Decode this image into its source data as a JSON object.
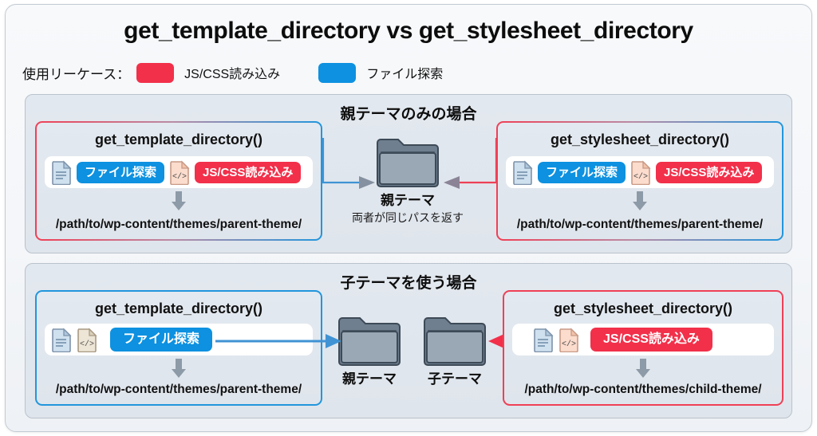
{
  "title": "get_template_directory vs get_stylesheet_directory",
  "legend": {
    "label": "使用リーケース：",
    "items": [
      {
        "color": "#f2304a",
        "text": "JS/CSS読み込み",
        "swatch_name": "red-swatch"
      },
      {
        "color": "#0d91e0",
        "text": "ファイル探索",
        "swatch_name": "blue-swatch"
      }
    ]
  },
  "colors": {
    "red": "#f2304a",
    "blue": "#0d91e0",
    "panel_bg": "#e2e8ef",
    "frame_bg": "#f4f6f9",
    "folder": "#8d9aa8",
    "arrow_gray": "#7e8a99"
  },
  "panels": [
    {
      "id": "parent-only",
      "title": "親テーマのみの場合",
      "left_card": {
        "function": "get_template_directory()",
        "icons": [
          "document-icon",
          "code-file-icon"
        ],
        "tags": [
          {
            "text": "ファイル探索",
            "color": "blue"
          },
          {
            "text": "JS/CSS読み込み",
            "color": "red"
          }
        ],
        "path": "/path/to/wp-content/themes/parent-theme/",
        "border": "gradient-red-blue"
      },
      "right_card": {
        "function": "get_stylesheet_directory()",
        "icons": [
          "document-icon",
          "code-file-icon"
        ],
        "tags": [
          {
            "text": "ファイル探索",
            "color": "blue"
          },
          {
            "text": "JS/CSS読み込み",
            "color": "red"
          }
        ],
        "path": "/path/to/wp-content/themes/parent-theme/",
        "border": "gradient-red-blue"
      },
      "folders": [
        {
          "label": "親テーマ",
          "sub": "両者が同じパスを返す"
        }
      ]
    },
    {
      "id": "child-theme",
      "title": "子テーマを使う場合",
      "left_card": {
        "function": "get_template_directory()",
        "icons": [
          "document-icon",
          "code-file-icon-muted"
        ],
        "tags": [
          {
            "text": "ファイル探索",
            "color": "blue"
          }
        ],
        "path": "/path/to/wp-content/themes/parent-theme/",
        "border": "blue"
      },
      "right_card": {
        "function": "get_stylesheet_directory()",
        "icons": [
          "document-icon",
          "code-file-icon"
        ],
        "tags": [
          {
            "text": "JS/CSS読み込み",
            "color": "red"
          }
        ],
        "path": "/path/to/wp-content/themes/child-theme/",
        "border": "red"
      },
      "folders": [
        {
          "label": "親テーマ",
          "sub": ""
        },
        {
          "label": "子テーマ",
          "sub": ""
        }
      ]
    }
  ]
}
